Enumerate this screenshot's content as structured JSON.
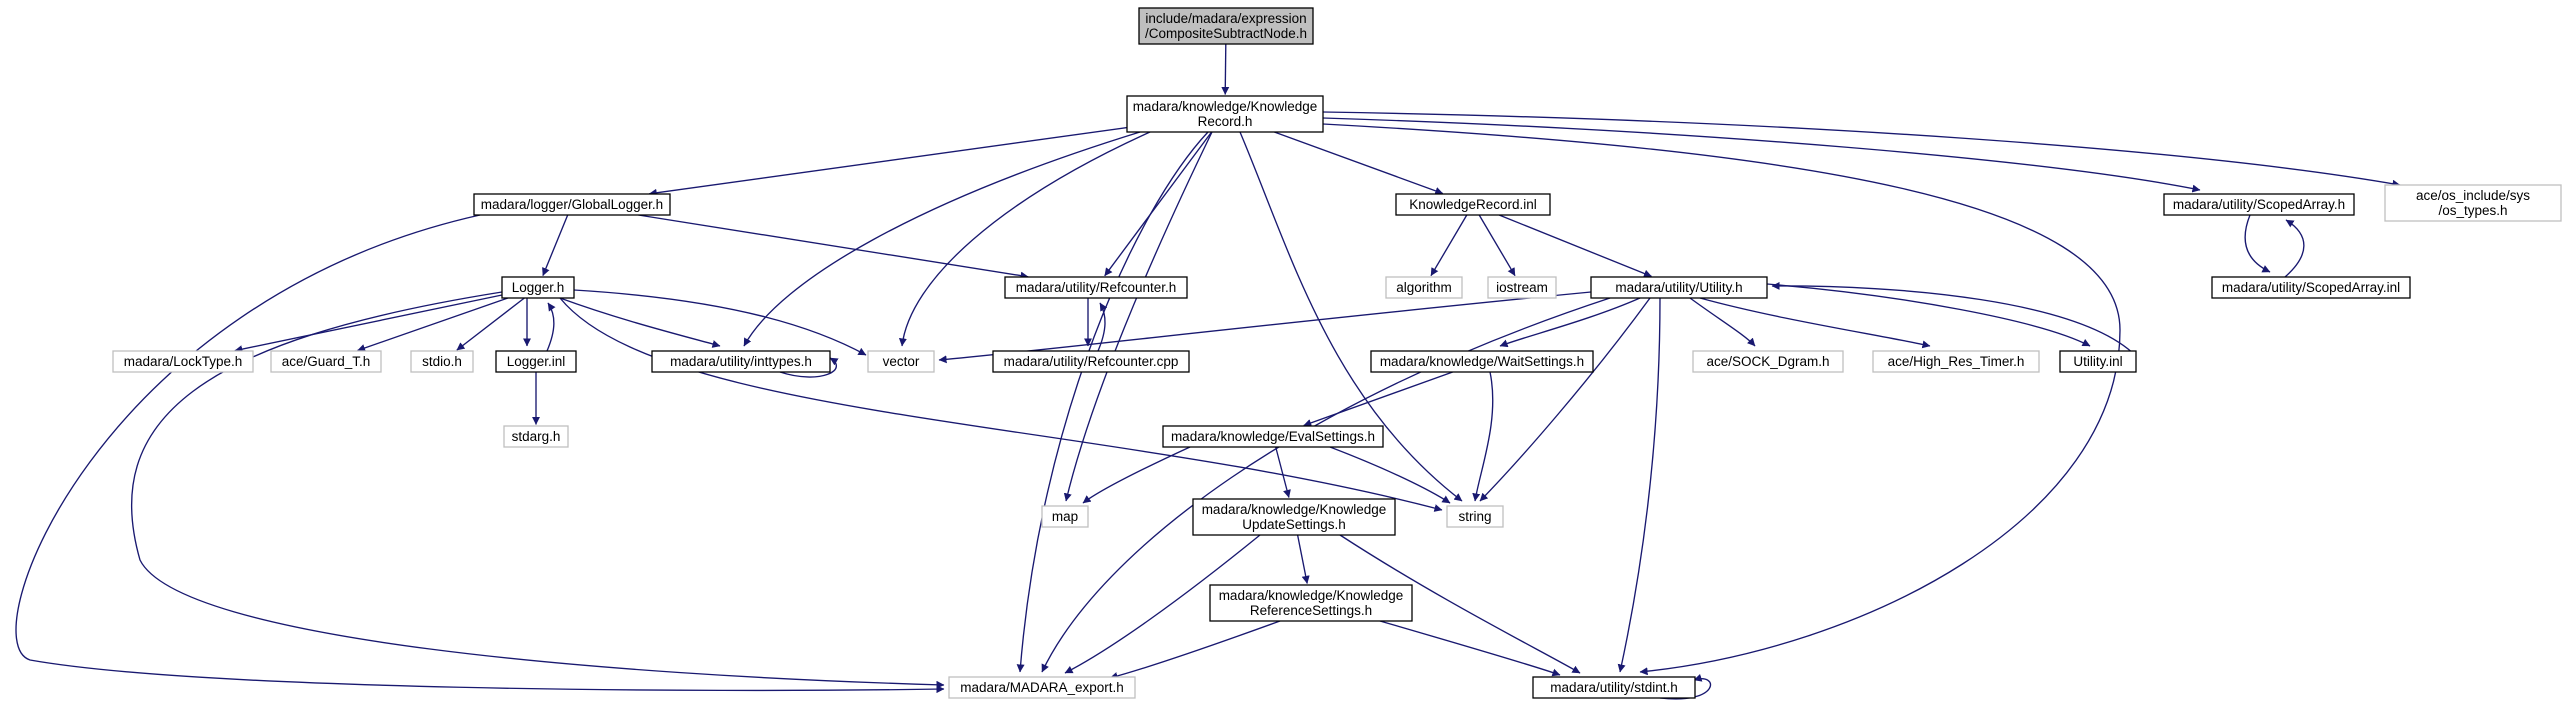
{
  "colors": {
    "edge": "#191970",
    "node_border": "#000000",
    "external_border": "#bfbfbf",
    "root_fill": "#bfbfbf",
    "node_fill": "#ffffff",
    "text": "#000000"
  },
  "nodes": [
    {
      "id": "root",
      "lines": [
        "include/madara/expression",
        "/CompositeSubtractNode.h"
      ],
      "kind": "root"
    },
    {
      "id": "kr",
      "lines": [
        "madara/knowledge/Knowledge",
        "Record.h"
      ],
      "kind": "file"
    },
    {
      "id": "gl",
      "lines": [
        "madara/logger/GlobalLogger.h"
      ],
      "kind": "file"
    },
    {
      "id": "krinl",
      "lines": [
        "KnowledgeRecord.inl"
      ],
      "kind": "file"
    },
    {
      "id": "sa",
      "lines": [
        "madara/utility/ScopedArray.h"
      ],
      "kind": "file"
    },
    {
      "id": "ostypes",
      "lines": [
        "ace/os_include/sys",
        "/os_types.h"
      ],
      "kind": "external"
    },
    {
      "id": "lg",
      "lines": [
        "Logger.h"
      ],
      "kind": "file"
    },
    {
      "id": "rc",
      "lines": [
        "madara/utility/Refcounter.h"
      ],
      "kind": "file"
    },
    {
      "id": "algo",
      "lines": [
        "algorithm"
      ],
      "kind": "external"
    },
    {
      "id": "ios",
      "lines": [
        "iostream"
      ],
      "kind": "external"
    },
    {
      "id": "util",
      "lines": [
        "madara/utility/Utility.h"
      ],
      "kind": "file"
    },
    {
      "id": "sainl",
      "lines": [
        "madara/utility/ScopedArray.inl"
      ],
      "kind": "file"
    },
    {
      "id": "lock",
      "lines": [
        "madara/LockType.h"
      ],
      "kind": "external"
    },
    {
      "id": "guard",
      "lines": [
        "ace/Guard_T.h"
      ],
      "kind": "external"
    },
    {
      "id": "stdio",
      "lines": [
        "stdio.h"
      ],
      "kind": "external"
    },
    {
      "id": "lginl",
      "lines": [
        "Logger.inl"
      ],
      "kind": "file"
    },
    {
      "id": "inttypes",
      "lines": [
        "madara/utility/inttypes.h"
      ],
      "kind": "file"
    },
    {
      "id": "vector",
      "lines": [
        "vector"
      ],
      "kind": "external"
    },
    {
      "id": "rccpp",
      "lines": [
        "madara/utility/Refcounter.cpp"
      ],
      "kind": "file"
    },
    {
      "id": "ws",
      "lines": [
        "madara/knowledge/WaitSettings.h"
      ],
      "kind": "file"
    },
    {
      "id": "sock",
      "lines": [
        "ace/SOCK_Dgram.h"
      ],
      "kind": "external"
    },
    {
      "id": "hrt",
      "lines": [
        "ace/High_Res_Timer.h"
      ],
      "kind": "external"
    },
    {
      "id": "utilinl",
      "lines": [
        "Utility.inl"
      ],
      "kind": "file"
    },
    {
      "id": "stdarg",
      "lines": [
        "stdarg.h"
      ],
      "kind": "external"
    },
    {
      "id": "es",
      "lines": [
        "madara/knowledge/EvalSettings.h"
      ],
      "kind": "file"
    },
    {
      "id": "map",
      "lines": [
        "map"
      ],
      "kind": "external"
    },
    {
      "id": "string",
      "lines": [
        "string"
      ],
      "kind": "external"
    },
    {
      "id": "kus",
      "lines": [
        "madara/knowledge/Knowledge",
        "UpdateSettings.h"
      ],
      "kind": "file"
    },
    {
      "id": "krs",
      "lines": [
        "madara/knowledge/Knowledge",
        "ReferenceSettings.h"
      ],
      "kind": "file"
    },
    {
      "id": "export",
      "lines": [
        "madara/MADARA_export.h"
      ],
      "kind": "external"
    },
    {
      "id": "stdint",
      "lines": [
        "madara/utility/stdint.h"
      ],
      "kind": "file"
    }
  ],
  "edges": [
    [
      "root",
      "kr"
    ],
    [
      "kr",
      "gl"
    ],
    [
      "kr",
      "krinl"
    ],
    [
      "kr",
      "sa"
    ],
    [
      "kr",
      "ostypes"
    ],
    [
      "kr",
      "rc"
    ],
    [
      "kr",
      "inttypes"
    ],
    [
      "kr",
      "vector"
    ],
    [
      "kr",
      "map"
    ],
    [
      "kr",
      "string"
    ],
    [
      "kr",
      "export"
    ],
    [
      "kr",
      "stdint"
    ],
    [
      "gl",
      "lg"
    ],
    [
      "gl",
      "rc"
    ],
    [
      "gl",
      "export"
    ],
    [
      "krinl",
      "algo"
    ],
    [
      "krinl",
      "ios"
    ],
    [
      "krinl",
      "util"
    ],
    [
      "sa",
      "sainl"
    ],
    [
      "sainl",
      "sa"
    ],
    [
      "lg",
      "lock"
    ],
    [
      "lg",
      "guard"
    ],
    [
      "lg",
      "stdio"
    ],
    [
      "lg",
      "lginl"
    ],
    [
      "lg",
      "inttypes"
    ],
    [
      "lg",
      "vector"
    ],
    [
      "lg",
      "string"
    ],
    [
      "lg",
      "export"
    ],
    [
      "lginl",
      "lg"
    ],
    [
      "lginl",
      "stdarg"
    ],
    [
      "rc",
      "rccpp"
    ],
    [
      "rccpp",
      "rc"
    ],
    [
      "inttypes",
      "inttypes"
    ],
    [
      "util",
      "vector"
    ],
    [
      "util",
      "ws"
    ],
    [
      "util",
      "sock"
    ],
    [
      "util",
      "hrt"
    ],
    [
      "util",
      "utilinl"
    ],
    [
      "util",
      "string"
    ],
    [
      "util",
      "export"
    ],
    [
      "util",
      "stdint"
    ],
    [
      "utilinl",
      "util"
    ],
    [
      "ws",
      "es"
    ],
    [
      "ws",
      "string"
    ],
    [
      "es",
      "map"
    ],
    [
      "es",
      "string"
    ],
    [
      "es",
      "kus"
    ],
    [
      "kus",
      "krs"
    ],
    [
      "kus",
      "export"
    ],
    [
      "kus",
      "stdint"
    ],
    [
      "krs",
      "export"
    ],
    [
      "krs",
      "stdint"
    ],
    [
      "stdint",
      "stdint"
    ]
  ]
}
